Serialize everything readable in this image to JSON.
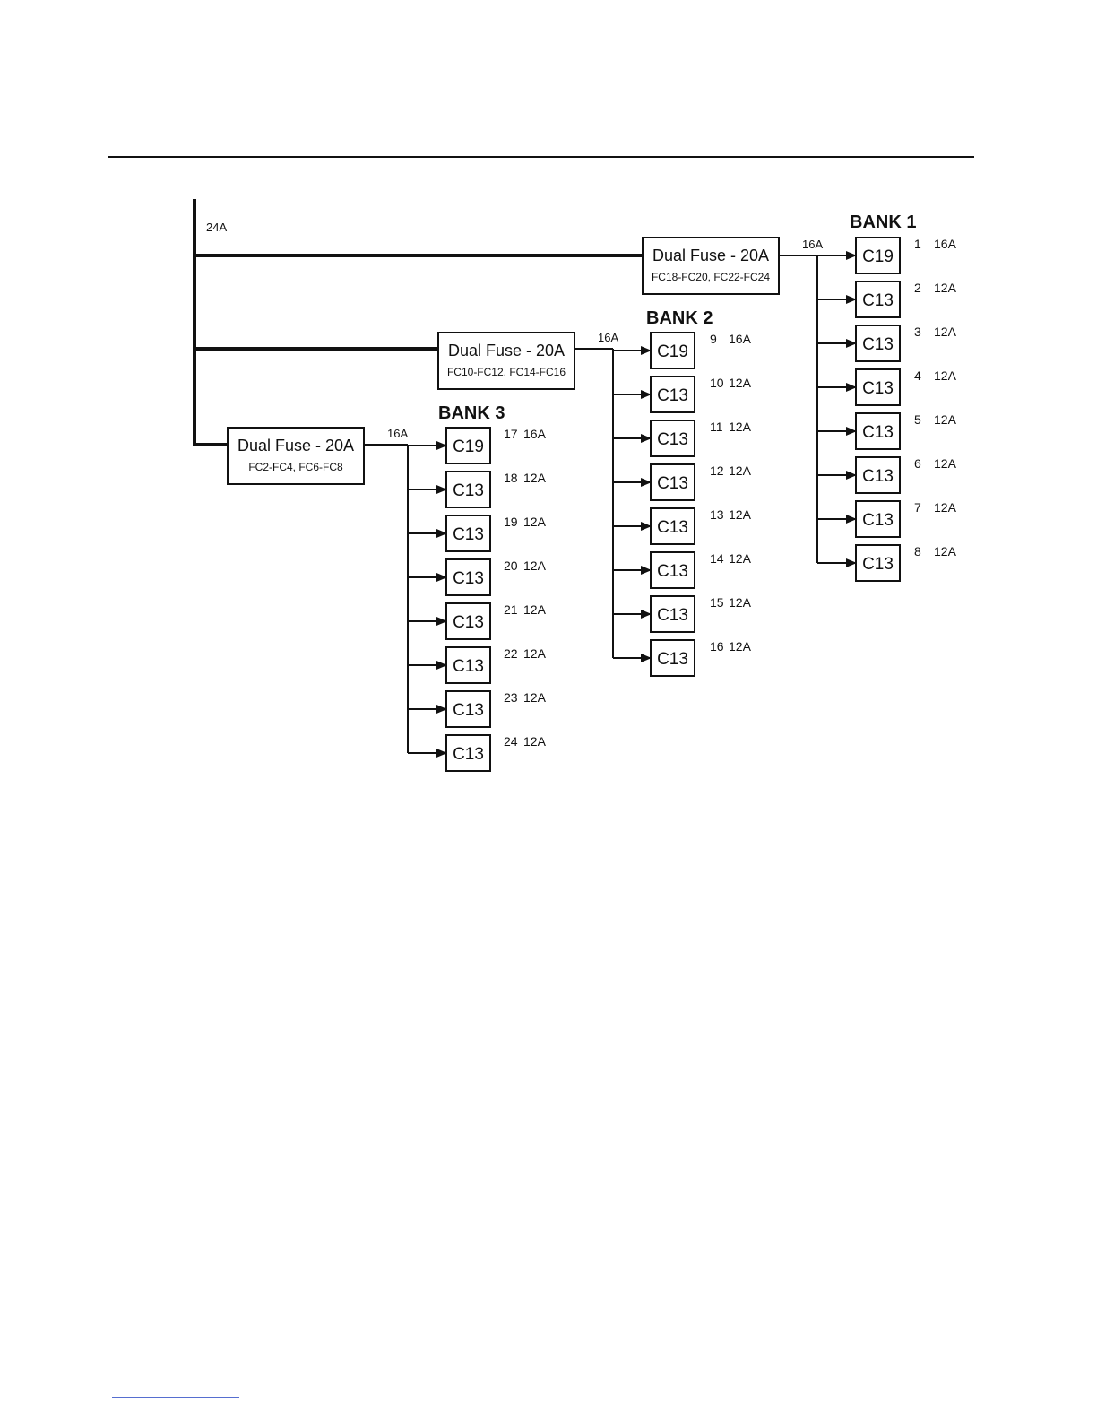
{
  "trunk_label": "24A",
  "branch_label": "16A",
  "banks": [
    {
      "title": "BANK 1",
      "fuse_title": "Dual Fuse - 20A",
      "fuse_sub": "FC18-FC20, FC22-FC24",
      "outlets": [
        {
          "type": "C19",
          "num": "1",
          "amp": "16A"
        },
        {
          "type": "C13",
          "num": "2",
          "amp": "12A"
        },
        {
          "type": "C13",
          "num": "3",
          "amp": "12A"
        },
        {
          "type": "C13",
          "num": "4",
          "amp": "12A"
        },
        {
          "type": "C13",
          "num": "5",
          "amp": "12A"
        },
        {
          "type": "C13",
          "num": "6",
          "amp": "12A"
        },
        {
          "type": "C13",
          "num": "7",
          "amp": "12A"
        },
        {
          "type": "C13",
          "num": "8",
          "amp": "12A"
        }
      ]
    },
    {
      "title": "BANK 2",
      "fuse_title": "Dual Fuse - 20A",
      "fuse_sub": "FC10-FC12, FC14-FC16",
      "outlets": [
        {
          "type": "C19",
          "num": "9",
          "amp": "16A"
        },
        {
          "type": "C13",
          "num": "10",
          "amp": "12A"
        },
        {
          "type": "C13",
          "num": "11",
          "amp": "12A"
        },
        {
          "type": "C13",
          "num": "12",
          "amp": "12A"
        },
        {
          "type": "C13",
          "num": "13",
          "amp": "12A"
        },
        {
          "type": "C13",
          "num": "14",
          "amp": "12A"
        },
        {
          "type": "C13",
          "num": "15",
          "amp": "12A"
        },
        {
          "type": "C13",
          "num": "16",
          "amp": "12A"
        }
      ]
    },
    {
      "title": "BANK 3",
      "fuse_title": "Dual Fuse - 20A",
      "fuse_sub": "FC2-FC4, FC6-FC8",
      "outlets": [
        {
          "type": "C19",
          "num": "17",
          "amp": "16A"
        },
        {
          "type": "C13",
          "num": "18",
          "amp": "12A"
        },
        {
          "type": "C13",
          "num": "19",
          "amp": "12A"
        },
        {
          "type": "C13",
          "num": "20",
          "amp": "12A"
        },
        {
          "type": "C13",
          "num": "21",
          "amp": "12A"
        },
        {
          "type": "C13",
          "num": "22",
          "amp": "12A"
        },
        {
          "type": "C13",
          "num": "23",
          "amp": "12A"
        },
        {
          "type": "C13",
          "num": "24",
          "amp": "12A"
        }
      ]
    }
  ],
  "colors": {
    "ink": "#111111",
    "footer_link": "#1f3fbf"
  }
}
